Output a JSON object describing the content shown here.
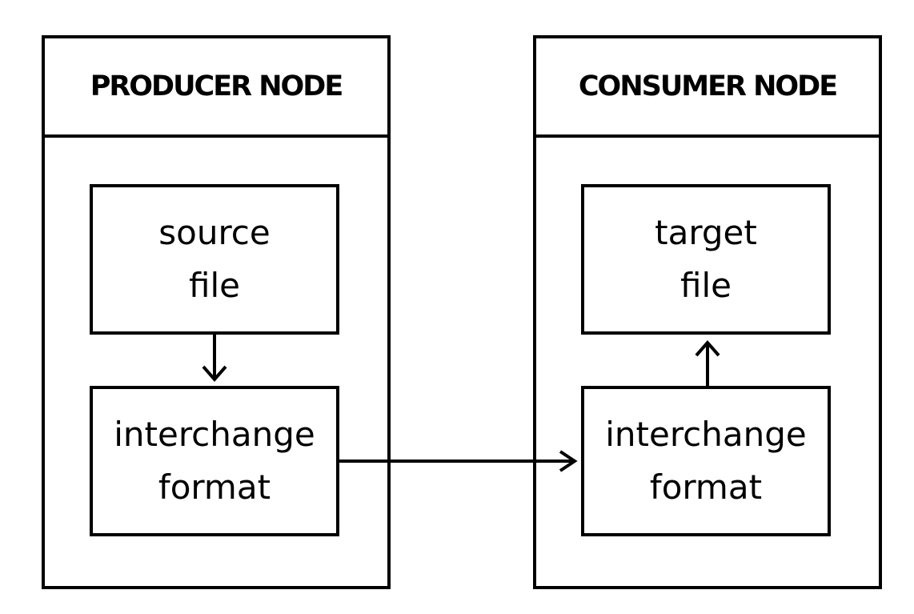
{
  "producer_node": {
    "title": "PRODUCER NODE",
    "source_box": {
      "line1": "source",
      "line2": "file"
    },
    "format_box": {
      "line1": "interchange",
      "line2": "format"
    }
  },
  "consumer_node": {
    "title": "CONSUMER NODE",
    "target_box": {
      "line1": "target",
      "line2": "file"
    },
    "format_box": {
      "line1": "interchange",
      "line2": "format"
    }
  },
  "colors": {
    "stroke": "#000000",
    "background": "#ffffff"
  }
}
